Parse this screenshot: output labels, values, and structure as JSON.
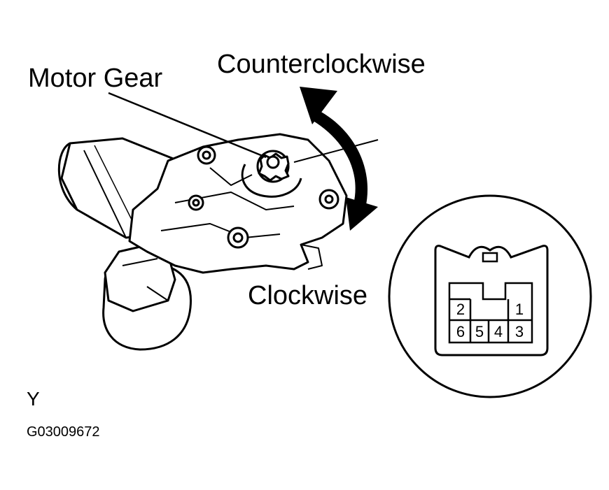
{
  "labels": {
    "counterclockwise": "Counterclockwise",
    "motor_gear": "Motor Gear",
    "clockwise": "Clockwise",
    "view": "Y",
    "figure_code": "G03009672"
  },
  "connector": {
    "pins_top": [
      "2",
      "1"
    ],
    "pins_bottom": [
      "6",
      "5",
      "4",
      "3"
    ]
  },
  "colors": {
    "line": "#000000",
    "background": "#ffffff"
  }
}
